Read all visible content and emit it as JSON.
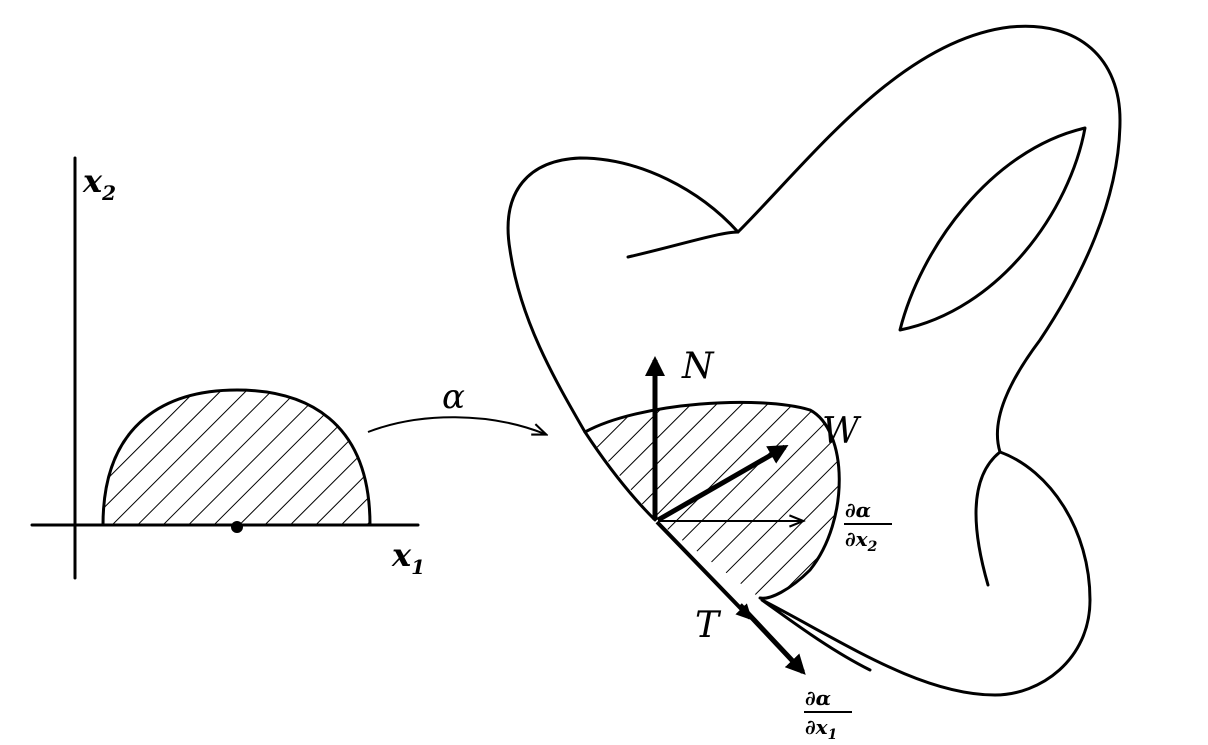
{
  "labels": {
    "x2_axis": "x",
    "x2_sub": "2",
    "x1_axis": "x",
    "x1_sub": "1",
    "map": "α",
    "normal": "N",
    "vector": "W",
    "tangent": "T",
    "partial_x2_num": "∂α",
    "partial_x2_den_var": "∂x",
    "partial_x2_den_sub": "2",
    "partial_x1_num": "∂α",
    "partial_x1_den_var": "∂x",
    "partial_x1_den_sub": "1"
  }
}
